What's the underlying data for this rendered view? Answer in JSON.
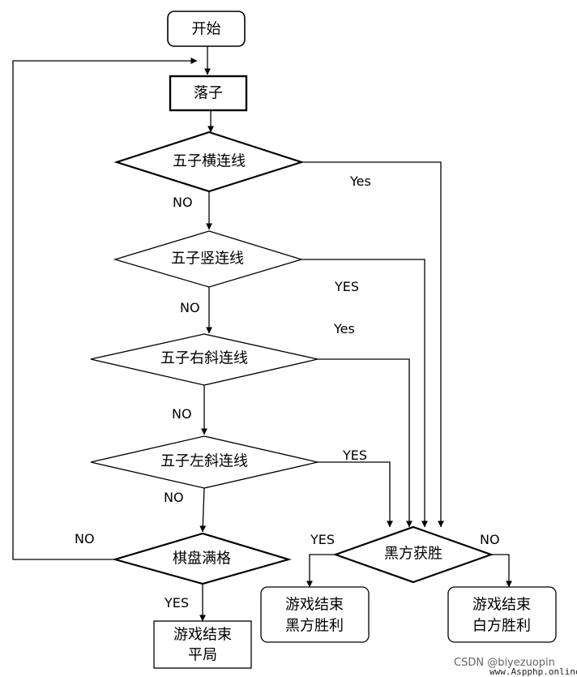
{
  "nodes": {
    "start": "开始",
    "place": "落子",
    "check_horizontal": "五子横连线",
    "check_vertical": "五子竖连线",
    "check_right_diagonal": "五子右斜连线",
    "check_left_diagonal": "五子左斜连线",
    "board_full": "棋盘满格",
    "draw_line1": "游戏结束",
    "draw_line2": "平局",
    "black_wins_decision": "黑方获胜",
    "black_end_line1": "游戏结束",
    "black_end_line2": "黑方胜利",
    "white_end_line1": "游戏结束",
    "white_end_line2": "白方胜利"
  },
  "edge_labels": {
    "horizontal_yes": "Yes",
    "horizontal_no": "NO",
    "vertical_yes": "YES",
    "vertical_no": "NO",
    "right_diagonal_yes": "Yes",
    "right_diagonal_no": "NO",
    "left_diagonal_yes": "YES",
    "left_diagonal_no": "NO",
    "board_full_no": "NO",
    "board_full_yes": "YES",
    "black_wins_yes": "YES",
    "black_wins_no": "NO"
  },
  "watermark": {
    "csdn": "CSDN @biyezuopin",
    "site": "www.Aspphp.online"
  }
}
